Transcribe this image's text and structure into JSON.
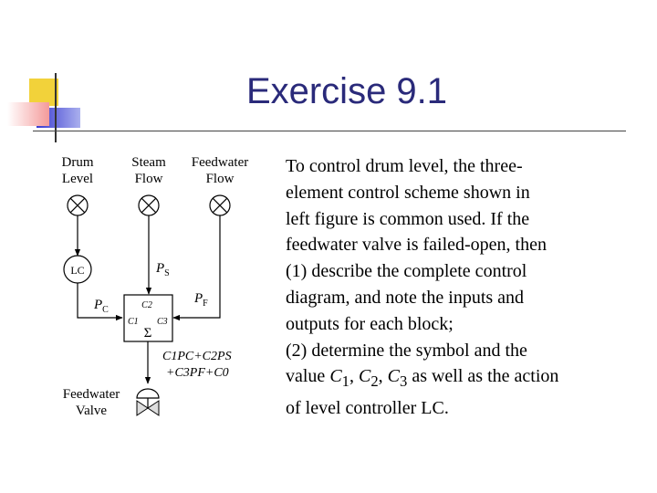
{
  "slide": {
    "title": "Exercise 9.1",
    "paragraph_1_lines": [
      "To control drum level, the three-",
      "element control scheme shown in",
      "left figure is common used.  If the",
      "feedwater valve is failed-open,  then",
      "(1) describe the complete control",
      "diagram, and note the inputs and",
      "outputs for each block;"
    ],
    "paragraph_2": {
      "line_1": "(2) determine the symbol and the",
      "line_2_prefix": "value ",
      "c": "C",
      "sub_1": "1",
      "sub_2": "2",
      "sub_3": "3",
      "sep": ", ",
      "line_2_suffix": " as well as the action",
      "line_3": "of level controller LC."
    }
  },
  "diagram": {
    "sensors": [
      {
        "line1": "Drum",
        "line2": "Level"
      },
      {
        "line1": "Steam",
        "line2": "Flow"
      },
      {
        "line1": "Feedwater",
        "line2": "Flow"
      }
    ],
    "controller": "LC",
    "signal_ps": {
      "main": "P",
      "sub": "S"
    },
    "signal_pc": {
      "main": "P",
      "sub": "C"
    },
    "signal_pf": {
      "main": "P",
      "sub": "F"
    },
    "summer": {
      "c1": "C1",
      "c2": "C2",
      "c3": "C3",
      "sigma": "Σ"
    },
    "equation_line1": "C1PC+C2PS",
    "equation_line2": "+C3PF+C0",
    "valve": {
      "line1": "Feedwater",
      "line2": "Valve"
    }
  }
}
